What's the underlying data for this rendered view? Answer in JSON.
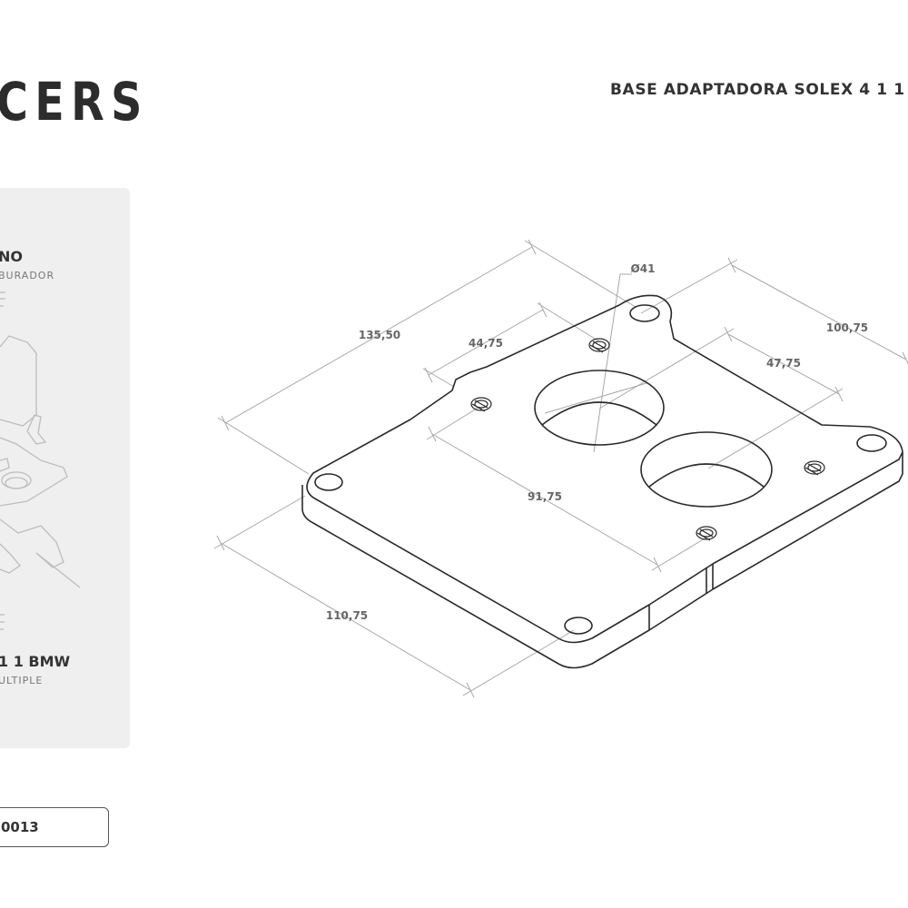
{
  "header": {
    "brand": "CERS",
    "title": "BASE ADAPTADORA SOLEX 4 1 1"
  },
  "panel": {
    "top_heading": "NO",
    "top_sub": "BURADOR",
    "bottom_heading": "1 1 BMW",
    "bottom_sub": "ULTIPLE"
  },
  "code": "0013",
  "dimensions": {
    "d1": "135,50",
    "d2": "44,75",
    "d3": "Ø41",
    "d4": "100,75",
    "d5": "47,75",
    "d6": "91,75",
    "d7": "110,75"
  }
}
